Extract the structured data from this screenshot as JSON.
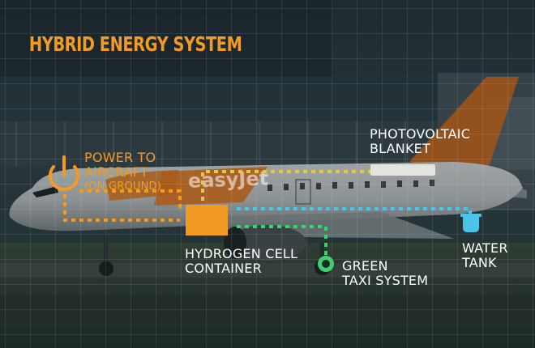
{
  "title": "HYBRID ENERGY SYSTEM",
  "labels": {
    "power": [
      "POWER TO",
      "AIRCRAFT",
      "(ON GROUND)"
    ],
    "photovoltaic": [
      "PHOTOVOLTAIC",
      "BLANKET"
    ],
    "hydrogen": [
      "HYDROGEN CELL",
      "CONTAINER"
    ],
    "taxi": [
      "GREEN",
      "TAXI SYSTEM"
    ],
    "water": [
      "WATER",
      "TANK"
    ]
  },
  "livery_text": "easyJet",
  "colors": {
    "orange": "#f39a23",
    "yellow": "#e3c84a",
    "blue": "#4dc3e8",
    "green": "#3fd070",
    "white": "#ffffff"
  },
  "icons": [
    "power-icon",
    "solar-panel-icon",
    "hydrogen-container-icon",
    "green-dot-icon",
    "water-tank-icon"
  ]
}
